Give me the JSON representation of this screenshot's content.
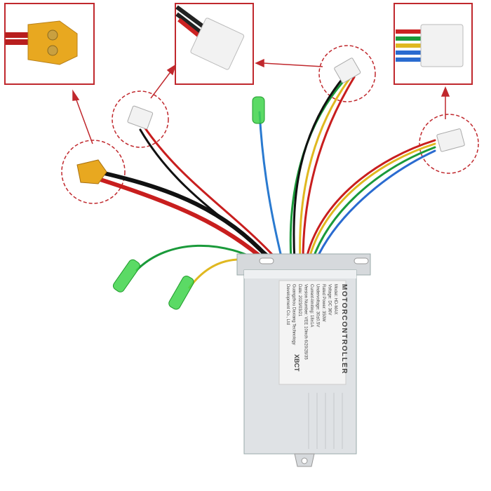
{
  "product": {
    "label_title": "MOTORCONTROLLER",
    "label_lines": [
      "Model: HD-MAX",
      "Voltage: DC 36V",
      "Rated Power: 350W",
      "Undervoltage: 30±0.5V",
      "Current-limiting: 18±1A",
      "Version Number: VEE 10inch 6/20/28/35",
      "Date: 2023/03/21",
      "Guangzhou Daxiang Technology",
      "Development Co., Ltd"
    ],
    "brand": "XBCT"
  },
  "colors": {
    "callout": "#c0282d",
    "connector_yellow": "#e8a820",
    "connector_white": "#f2f2f2",
    "casing": "#d9dcdf",
    "green_cap": "#3ed34a"
  }
}
